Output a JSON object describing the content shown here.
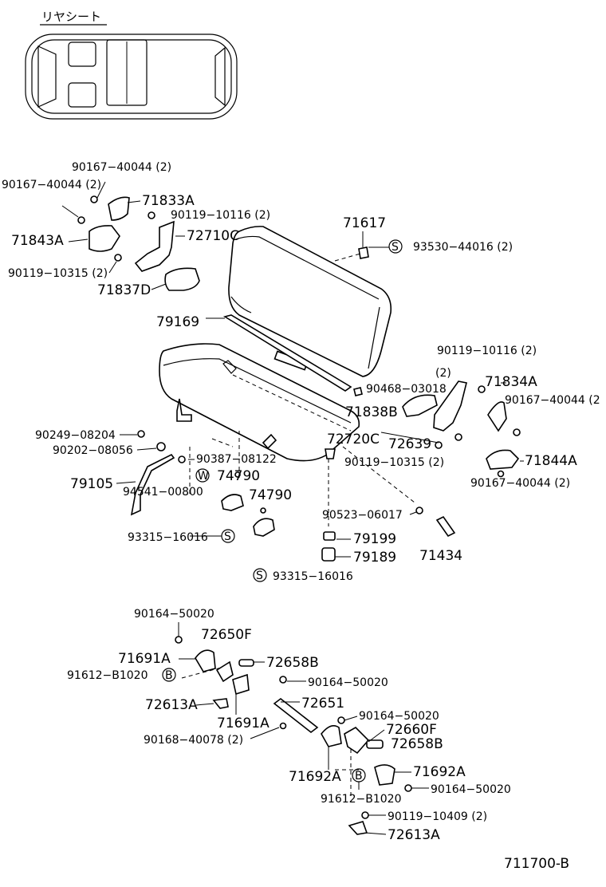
{
  "inset_title": "リヤシート",
  "diagram_code": "711700-B",
  "labels": {
    "p90167_40044_2_a": "90167−40044 (2)",
    "p90167_40044_2_b": "90167−40044 (2)",
    "p71833A": "71833A",
    "p90119_10116_2_a": "90119−10116 (2)",
    "p71843A": "71843A",
    "p72710C": "72710C",
    "p90119_10315_2_a": "90119−10315 (2)",
    "p71837D": "71837D",
    "p71617": "71617",
    "p93530_44016_2": "93530−44016 (2)",
    "p79169": "79169",
    "p90119_10116_2_b": "90119−10116 (2)",
    "p2": "(2)",
    "p90468_03018": "90468−03018",
    "p71834A": "71834A",
    "p90167_40044_2_c": "90167−40044 (2",
    "p71838B": "71838B",
    "p72720C": "72720C",
    "p72639": "72639",
    "p90119_10315_2_b": "90119−10315 (2)",
    "p71844A": "71844A",
    "p90167_40044_2_d": "90167−40044 (2)",
    "p90249_08204": "90249−08204",
    "p90202_08056": "90202−08056",
    "p90387_08122": "90387−08122",
    "p79105": "79105",
    "p94541_00800": "94541−00800",
    "p74790_a": "74790",
    "p74790_b": "74790",
    "p93315_16016_a": "93315−16016",
    "p93315_16016_b": "93315−16016",
    "p90523_06017": "90523−06017",
    "p79199": "79199",
    "p79189": "79189",
    "p71434": "71434",
    "p90164_50020_a": "90164−50020",
    "p72650F": "72650F",
    "p71691A_a": "71691A",
    "p72658B_a": "72658B",
    "p91612_B1020_a": "91612−B1020",
    "p90164_50020_b": "90164−50020",
    "p72613A_a": "72613A",
    "p72651": "72651",
    "p71691A_b": "71691A",
    "p90164_50020_c": "90164−50020",
    "p90168_40078_2": "90168−40078 (2)",
    "p72660F": "72660F",
    "p72658B_b": "72658B",
    "p71692A_a": "71692A",
    "p71692A_b": "71692A",
    "p91612_B1020_b": "91612−B1020",
    "p90164_50020_d": "90164−50020",
    "p90119_10409_2": "90119−10409 (2)",
    "p72613A_b": "72613A"
  },
  "symbols": {
    "s": "S",
    "w": "W",
    "b": "B"
  }
}
